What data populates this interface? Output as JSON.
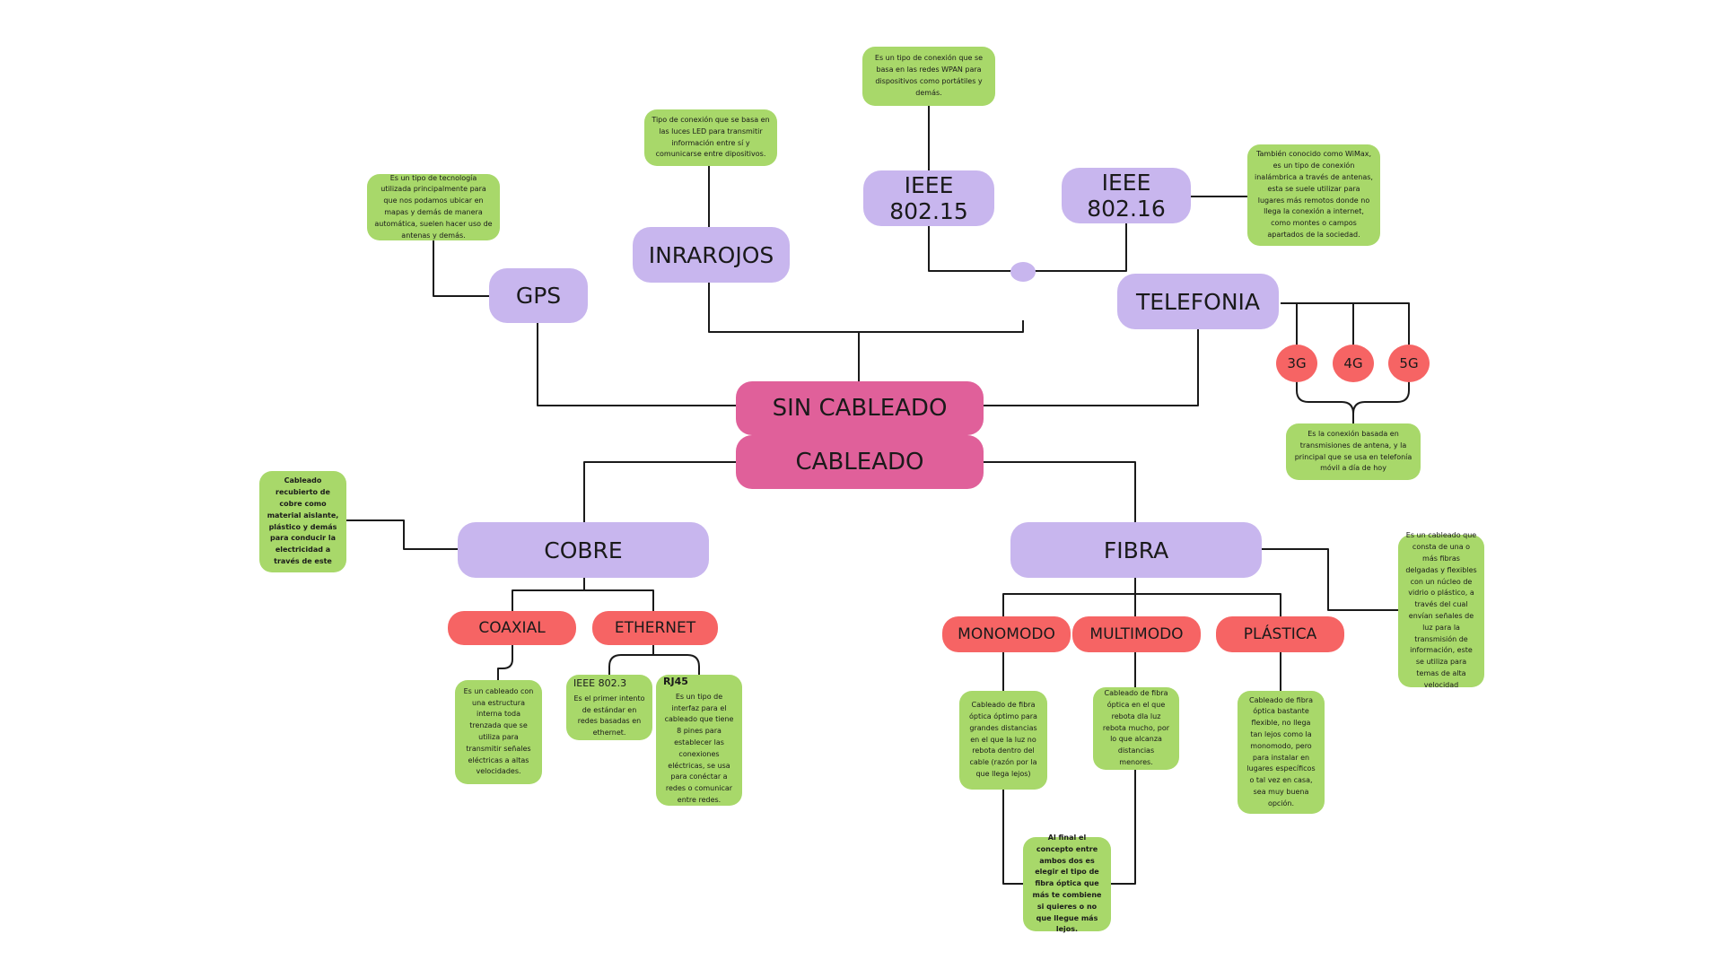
{
  "colors": {
    "main": "#e0609a",
    "category": "#c8b6ee",
    "subcategory": "#f66464",
    "note": "#a8d86a",
    "line": "#1a1a1a"
  },
  "main": {
    "wireless": "SIN CABLEADO",
    "wired": "CABLEADO"
  },
  "wireless": {
    "gps": {
      "label": "GPS",
      "note": "Es un tipo de tecnología utilizada principalmente para que nos podamos ubicar en mapas y demás de manera automática, suelen hacer uso de antenas y demás."
    },
    "infrarojos": {
      "label": "INRAROJOS",
      "note": "Tipo de conexión que se basa en las luces LED para transmitir información entre sí y comunicarse entre dipositivos."
    },
    "ieee80215": {
      "label": "IEEE 802.15",
      "note": "Es un tipo de conexión que se basa en las redes WPAN para dispositivos como portátiles y demás."
    },
    "ieee80216": {
      "label": "IEEE 802.16",
      "note": "También conocido como WiMax, es un tipo de conexión inalámbrica a través de antenas, esta se suele utilizar para lugares más remotos donde no llega la conexión a internet, como montes o campos apartados de la sociedad."
    },
    "telefonia": {
      "label": "TELEFONIA",
      "generations": [
        "3G",
        "4G",
        "5G"
      ],
      "note": "Es la conexión basada en transmisiones de antena, y la principal que se usa en telefonía móvil a día de hoy"
    }
  },
  "wired": {
    "cobre": {
      "label": "COBRE",
      "note": "Cableado recubierto de cobre como material aislante, plástico y demás para conducir la electricidad a través de este",
      "coaxial": {
        "label": "COAXIAL",
        "note": "Es un cableado con una estructura interna toda trenzada que se utiliza para transmitir señales eléctricas a altas velocidades."
      },
      "ethernet": {
        "label": "ETHERNET",
        "ieee8023": {
          "title": "IEEE 802.3",
          "note": "Es el primer intento de estándar en redes basadas en ethernet."
        },
        "rj45": {
          "title": "RJ45",
          "note": "Es un tipo de interfaz para el cableado que tiene 8 pines para establecer las conexiones eléctricas, se usa para conéctar a redes o comunicar entre redes."
        }
      }
    },
    "fibra": {
      "label": "FIBRA",
      "note": "Es un cableado que consta de una o más fibras delgadas y flexibles con un núcleo de vidrio o plástico, a través del cual envían señales de luz para la transmisión de información, este se utiliza para temas de alta velocidad",
      "monomodo": {
        "label": "MONOMODO",
        "note": "Cableado de fibra óptica óptimo para grandes distancias en el que la luz no rebota dentro del cable (razón por la que llega lejos)"
      },
      "multimodo": {
        "label": "MULTIMODO",
        "note": "Cableado de fibra óptica en el que rebota dla luz rebota mucho, por lo que alcanza distancias menores."
      },
      "plastica": {
        "label": "PLÁSTICA",
        "note": "Cableado de fibra óptica bastante flexible, no llega tan lejos como la monomodo, pero para instalar en lugares específicos o tal vez en casa, sea muy buena opción."
      },
      "conclusion": "Al final el concepto entre ambos dos es elegir el tipo de fibra óptica que más te combiene si quieres o no que llegue más lejos."
    }
  }
}
